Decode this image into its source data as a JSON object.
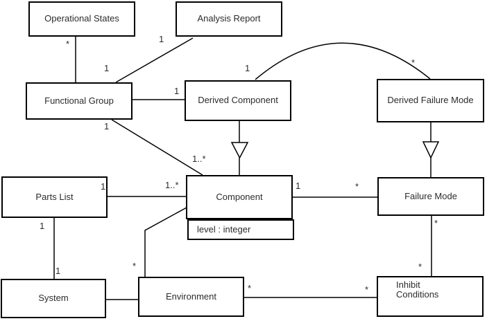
{
  "diagram": {
    "colors": {
      "line": "#000000",
      "box_border": "#000000",
      "background": "#ffffff",
      "text": "#2b2b2b"
    },
    "nodes": {
      "operational_states": {
        "label": "Operational States"
      },
      "analysis_report": {
        "label": "Analysis Report"
      },
      "functional_group": {
        "label": "Functional Group"
      },
      "derived_component": {
        "label": "Derived Component"
      },
      "derived_failure_mode": {
        "label": "Derived Failure Mode"
      },
      "parts_list": {
        "label": "Parts List"
      },
      "component": {
        "label": "Component",
        "attribute": "level : integer"
      },
      "failure_mode": {
        "label": "Failure Mode"
      },
      "system": {
        "label": "System"
      },
      "environment": {
        "label": "Environment"
      },
      "inhibit_conditions": {
        "label": "Inhibit\nConditions"
      }
    },
    "multiplicity_labels": [
      {
        "text": "*"
      },
      {
        "text": "1"
      },
      {
        "text": "1"
      },
      {
        "text": "1"
      },
      {
        "text": "1"
      },
      {
        "text": "*"
      },
      {
        "text": "1"
      },
      {
        "text": "1..*"
      },
      {
        "text": "1"
      },
      {
        "text": "1..*"
      },
      {
        "text": "1"
      },
      {
        "text": "*"
      },
      {
        "text": "1"
      },
      {
        "text": "1"
      },
      {
        "text": "*"
      },
      {
        "text": "*"
      },
      {
        "text": "*"
      },
      {
        "text": "*"
      },
      {
        "text": "*"
      }
    ]
  }
}
